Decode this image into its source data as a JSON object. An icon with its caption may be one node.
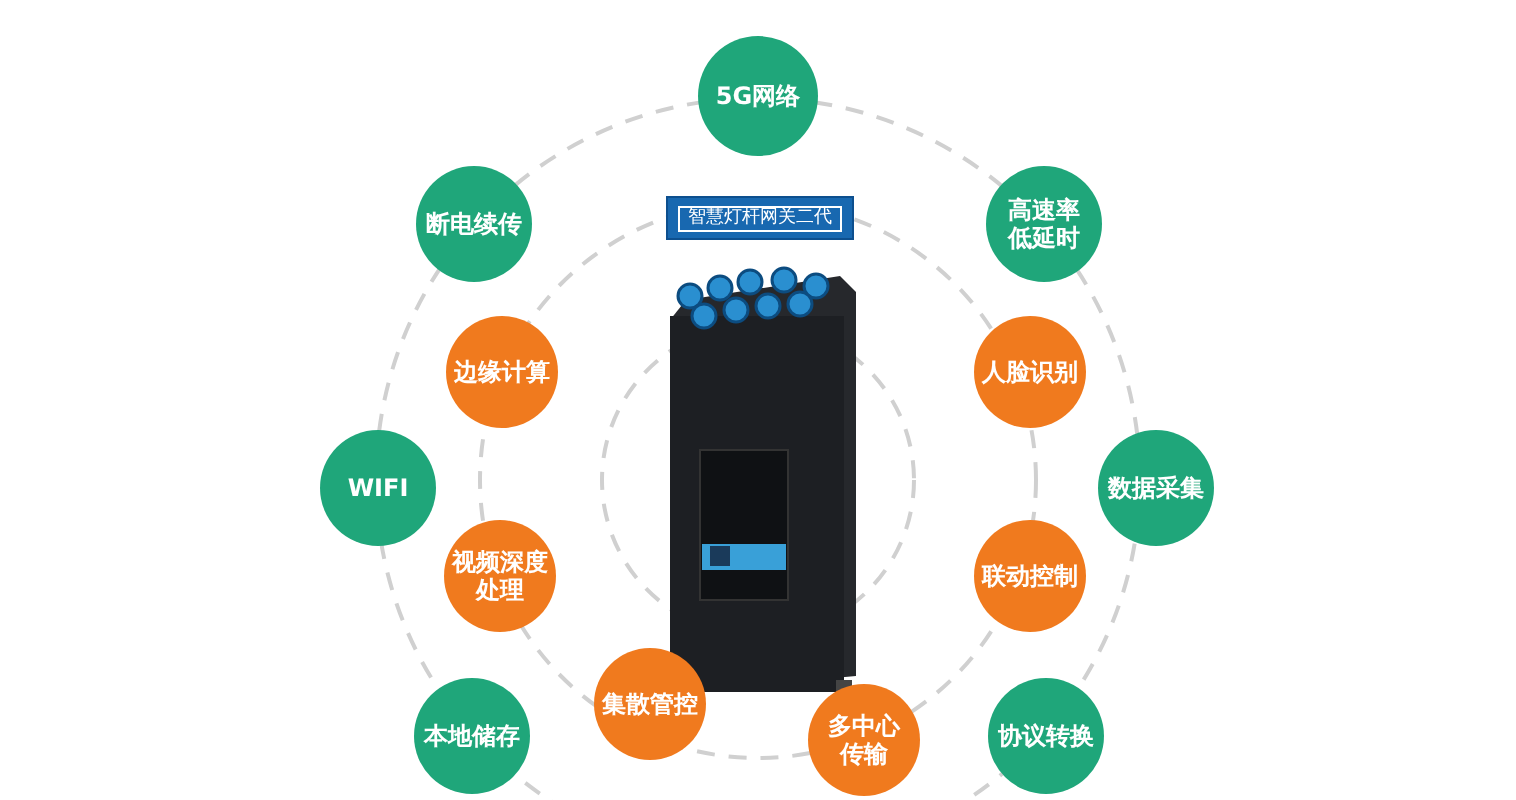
{
  "diagram": {
    "nodes": [
      {
        "text": [
          "5G网络"
        ]
      },
      {
        "text": [
          "断电续传"
        ]
      },
      {
        "text": [
          "高速率低延时"
        ]
      },
      {
        "text": [
          "边缘计算"
        ]
      },
      {
        "text": [
          "智慧灯杆网关二代"
        ]
      },
      {
        "text": [
          "人脸识别"
        ]
      },
      {
        "text": [
          "WIFI"
        ]
      },
      {
        "text": [
          "数据采集"
        ]
      },
      {
        "text": [
          "视频深度处理"
        ]
      },
      {
        "text": [
          "联动控制"
        ]
      },
      {
        "text": [
          "本地储存"
        ]
      },
      {
        "text": [
          "集散管控"
        ]
      },
      {
        "text": [
          "多中心传输"
        ]
      },
      {
        "text": [
          "协议转换"
        ]
      }
    ]
  }
}
